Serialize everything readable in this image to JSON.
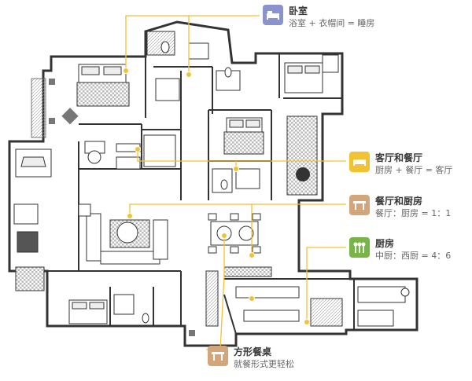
{
  "colors": {
    "bedroom_badge": "#8b93cf",
    "living_badge": "#f1c232",
    "dining_badge": "#d2a67a",
    "kitchen_badge": "#78b446",
    "table_badge": "#d2a67a",
    "leader_line": "#f1c232",
    "wall": "#333333"
  },
  "legends": [
    {
      "id": "bedroom",
      "icon": "bed-icon",
      "title": "卧室",
      "subtitle": "浴室 + 衣帽间 = 睡房"
    },
    {
      "id": "living",
      "icon": "sofa-icon",
      "title": "客厅和餐厅",
      "subtitle": "厨房 + 餐厅 = 客厅"
    },
    {
      "id": "dining",
      "icon": "table-icon",
      "title": "餐厅和厨房",
      "subtitle": "餐厅：厨房 = 1：1"
    },
    {
      "id": "kitchen",
      "icon": "utensils-icon",
      "title": "厨房",
      "subtitle": "中厨：西厨 = 4：6"
    },
    {
      "id": "table",
      "icon": "table-icon",
      "title": "方形餐桌",
      "subtitle": "就餐形式更轻松"
    }
  ]
}
